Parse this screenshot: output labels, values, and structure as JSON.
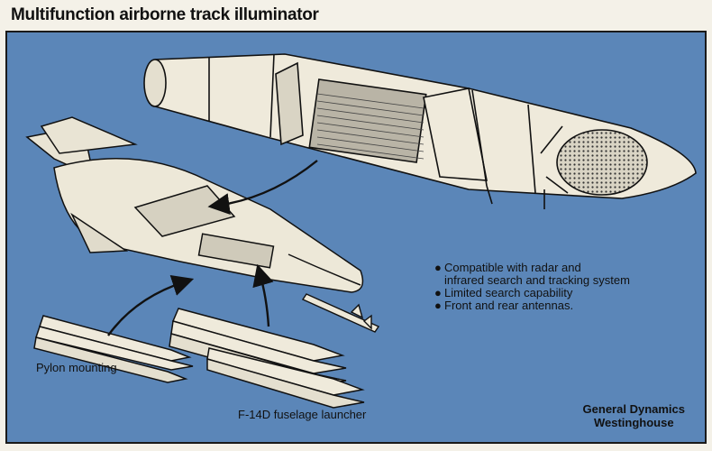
{
  "title": "Multifunction airborne track illuminator",
  "labels": {
    "pylon": "Pylon mounting",
    "launcher": "F-14D fuselage launcher"
  },
  "features": [
    "Compatible with radar and",
    "infrared search and tracking system",
    "Limited search capability",
    "Front and rear antennas."
  ],
  "credit": {
    "line1": "General Dynamics",
    "line2": "Westinghouse"
  },
  "colors": {
    "panel": "#5b86b8",
    "paper": "#f4f1e8",
    "ink": "#111111"
  }
}
